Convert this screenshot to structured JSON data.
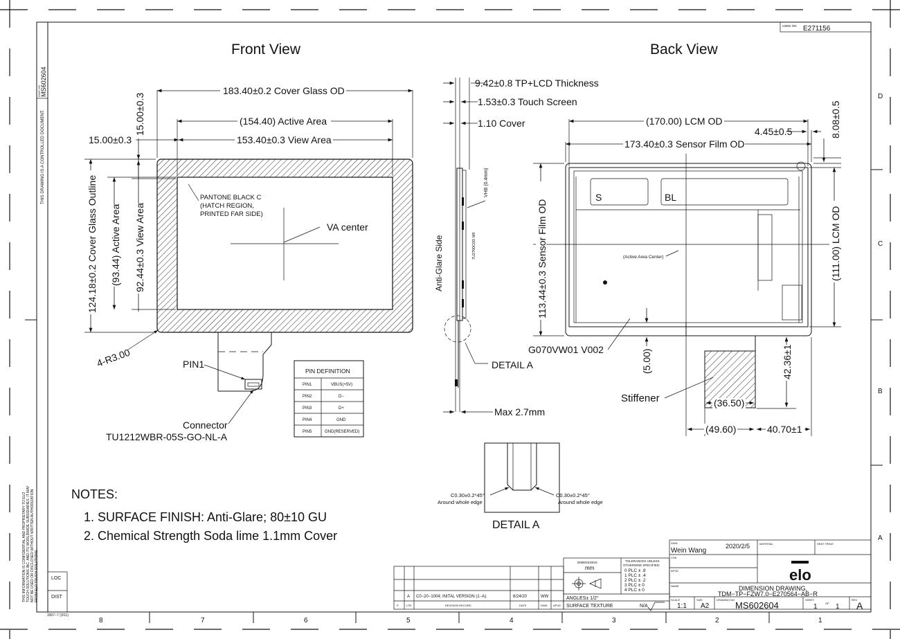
{
  "titles": {
    "front": "Front View",
    "back": "Back View",
    "detail": "DETAIL A"
  },
  "used_on": {
    "label": "USED ON",
    "value": "E271156"
  },
  "side_stamp": {
    "dwg_no_label": "DWG NO",
    "dwg_no": "MS602604",
    "controlled": "THIS DRAWING IS A CONTROLLED DOCUMENT.",
    "confidential": [
      "THIS INFORMATION IS CONFIDENTIAL AND PROPRIETARY TO ELO",
      "TOUCH SOLUTIONS INC. AND ITS WORLDWIDE SUBSIDIARIES. IT MAY",
      "NOT BE USED OR DISCLOSED WITHOUT WRITTEN AUTHORIZATION",
      "FROM ELO TOUCH SOLUTIONS."
    ]
  },
  "front": {
    "cover_glass_od": "183.40±0.2 Cover Glass OD",
    "active_area_w": "(154.40) Active Area",
    "view_area_w": "153.40±0.3 View Area",
    "left_border": "15.00±0.3",
    "top_border": "15.00±0.3",
    "outline_h": "124.18±0.2 Cover Glass Outline",
    "active_area_h": "(93.44) Active Area",
    "view_area_h": "92.44±0.3 View Area",
    "pantone": [
      "PANTONE BLACK C",
      "(HATCH REGION,",
      "PRINTED FAR SIDE)"
    ],
    "va_center": "VA center",
    "radius": "4-R3.00",
    "pin1": "PIN1",
    "connector": "Connector",
    "connector_part": "TU1212WBR-05S-GO-NL-A"
  },
  "pin_table": {
    "header": "PIN  DEFINITION",
    "rows": [
      [
        "PIN1",
        "VBUS(+5V)"
      ],
      [
        "PIN2",
        "D−"
      ],
      [
        "PIN3",
        "D+"
      ],
      [
        "PIN4",
        "GND"
      ],
      [
        "PIN5",
        "GND(RESERVED)"
      ]
    ]
  },
  "side": {
    "thickness": "9.42±0.8 TP+LCD Thickness",
    "touch": "1.53±0.3 Touch Screen",
    "cover": "1.10 Cover",
    "vhb": "VHB (0.4mm)",
    "antiglare": "Anti-Glare Side",
    "part": "7U2700C0D M9",
    "detail_a": "DETAIL A",
    "max": "Max 2.7mm"
  },
  "back": {
    "lcm_od_w": "(170.00) LCM OD",
    "sensor_w": "173.40±0.3 Sensor Film OD",
    "off_445": "4.45±0.5",
    "off_808": "8.08±0.5",
    "sensor_h": "113.44±0.3 Sensor Film OD",
    "lcm_od_h": "(111.00) LCM OD",
    "s_label": "S",
    "bl_label": "BL",
    "aa_center": "(Active Area Center)",
    "model": "G070VW01 V002",
    "d500": "(5.00)",
    "d4236": "42.36±1",
    "stiffener": "Stiffener",
    "d3650": "(36.50)",
    "d4960": "(49.60)",
    "d4070": "40.70±1"
  },
  "detail": {
    "left": [
      "C0.30±0.2*45°",
      "Around whole edge"
    ],
    "right": [
      "C0.30±0.2*45°",
      "Around whole edge"
    ]
  },
  "notes": {
    "title": "NOTES:",
    "items": [
      "1. SURFACE FINISH: Anti-Glare; 80±10 GU",
      "2. Chemical Strength Soda lime 1.1mm Cover"
    ]
  },
  "title_block": {
    "dwn_label": "DWN",
    "drawn_by": "Wein  Wang",
    "date": "2020/2/5",
    "material": "MATERIAL",
    "heat_treat": "HEAT TREAT",
    "chk": "CHK",
    "apvd": "APVD",
    "name": "NAME",
    "company": "elo",
    "title1": "DIMENSION  DRAWING,",
    "title2": "TDM−TP−FZW7.0−E270564−AB−R",
    "scale_label": "SCALE",
    "scale": "1:1",
    "size_label": "SIZE",
    "size": "A2",
    "dwg_label": "DRAWING NO",
    "dwg_no": "MS602604",
    "sheet_label": "SHEET",
    "sheet": "1",
    "of": "OF",
    "sheet_total": "1",
    "rev_label": "REV",
    "rev": "A",
    "dimensions_label": "DIMENSIONS:",
    "units": "mm",
    "tolerances": [
      "TOLERANCES UNLESS",
      "OTHERWISE SPECIFIED:",
      "0  PLC  ±  .8",
      "1  PLC  ±  .4",
      "2  PLC  ±  .2",
      "3  PLC  ±  0",
      "4  PLC  ±  0"
    ],
    "angles": "ANGLES±  1/2°",
    "surface": "SURFACE  TEXTURE",
    "na": "N/A",
    "rev_row": {
      "ltr": "A",
      "record": "C0−20−1004; INITAL VERSION (1−A)",
      "date": "6/24/20",
      "dwn": "WW"
    },
    "rev_headers": [
      "P",
      "LTR",
      "REVISION RECORD",
      "DATE",
      "DWN",
      "APVD"
    ],
    "loc": "LOC",
    "dist": "DIST",
    "form": "3307−7  (3/11)"
  },
  "zones": {
    "cols": [
      "8",
      "7",
      "6",
      "5",
      "4",
      "3",
      "2",
      "1"
    ],
    "rows": [
      "D",
      "C",
      "B",
      "A"
    ]
  }
}
